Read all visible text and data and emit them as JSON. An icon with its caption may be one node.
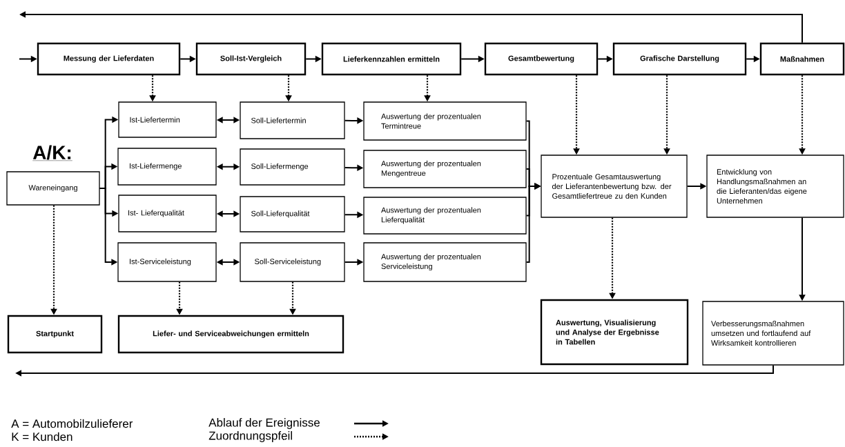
{
  "diagram": {
    "nodes": [
      {
        "text": [
          "Messung der Lieferdaten"
        ]
      },
      {
        "text": [
          "Soll-Ist-Vergleich"
        ]
      },
      {
        "text": [
          "Lieferkennzahlen ermitteln"
        ]
      },
      {
        "text": [
          "Gesamtbewertung"
        ]
      },
      {
        "text": [
          "Grafische Darstellung"
        ]
      },
      {
        "text": [
          "Maßnahmen"
        ]
      },
      {
        "text": [
          "Ist-Liefertermin"
        ]
      },
      {
        "text": [
          "Soll-Liefertermin"
        ]
      },
      {
        "text": [
          "Auswertung der prozentualen Termintreue"
        ]
      },
      {
        "text": [
          "Ist-Liefermenge"
        ]
      },
      {
        "text": [
          "Soll-Liefermenge"
        ]
      },
      {
        "text": [
          "Auswertung der prozentualen Mengentreue"
        ]
      },
      {
        "text": [
          "Wareneingang"
        ]
      },
      {
        "text": [
          "Ist- Lieferqualität"
        ]
      },
      {
        "text": [
          "Soll-Lieferqualität"
        ]
      },
      {
        "text": [
          "Auswertung der prozentualen Lieferqualität"
        ]
      },
      {
        "text": [
          "Prozentuale Gesamtauswertung der Lieferantenbewertung bzw. der Gesamtliefertreue zu den Kunden"
        ]
      },
      {
        "text": [
          "Entwicklung von Handlungsmaßnahmen an die Lieferanten/das eigene Unternehmen"
        ]
      },
      {
        "text": [
          "Ist-Serviceleistung"
        ]
      },
      {
        "text": [
          "Soll-Serviceleistung"
        ]
      },
      {
        "text": [
          "Auswertung der prozentualen Serviceleistung"
        ]
      },
      {
        "text": [
          "Startpunkt"
        ]
      },
      {
        "text": [
          "Liefer- und Serviceabweichungen ermitteln"
        ]
      },
      {
        "text": [
          "Auswertung, Visualisierung und Analyse der Ergebnisse in Tabellen"
        ]
      },
      {
        "text": [
          "Verbesserungsmaßnahmen umsetzen und fortlaufend auf Wirksamkeit kontrollieren"
        ]
      }
    ],
    "edges": [
      {
        "from": null,
        "to": 0,
        "arrow": "to"
      },
      {
        "from": 0,
        "to": 1,
        "arrow": "to"
      },
      {
        "from": 1,
        "to": 2,
        "arrow": "to"
      },
      {
        "from": 2,
        "to": 3,
        "arrow": "to"
      },
      {
        "from": 3,
        "to": 4,
        "arrow": "to"
      },
      {
        "from": 4,
        "to": 5,
        "arrow": "to"
      },
      {
        "from": 5,
        "to": null,
        "arrow": "to"
      },
      {
        "from": 0,
        "to": 6,
        "arrow": "to",
        "style": "dashed"
      },
      {
        "from": 1,
        "to": 7,
        "arrow": "to",
        "style": "dashed"
      },
      {
        "from": 2,
        "to": 8,
        "arrow": "to",
        "style": "dashed"
      },
      {
        "from": 3,
        "to": 16,
        "arrow": "to",
        "style": "dashed"
      },
      {
        "from": 4,
        "to": 16,
        "arrow": "to",
        "style": "dashed"
      },
      {
        "from": 5,
        "to": 17,
        "arrow": "to",
        "style": "dashed"
      },
      {
        "from": 12,
        "to": 6,
        "arrow": "to"
      },
      {
        "from": 12,
        "to": 9,
        "arrow": "to"
      },
      {
        "from": 12,
        "to": 13,
        "arrow": "to"
      },
      {
        "from": 12,
        "to": 18,
        "arrow": "to"
      },
      {
        "from": 6,
        "to": 7,
        "arrow": "both"
      },
      {
        "from": 9,
        "to": 10,
        "arrow": "both"
      },
      {
        "from": 13,
        "to": 14,
        "arrow": "both"
      },
      {
        "from": 18,
        "to": 19,
        "arrow": "both"
      },
      {
        "from": 7,
        "to": 8,
        "arrow": "to"
      },
      {
        "from": 10,
        "to": 11,
        "arrow": "to"
      },
      {
        "from": 14,
        "to": 15,
        "arrow": "to"
      },
      {
        "from": 19,
        "to": 20,
        "arrow": "to"
      },
      {
        "from": 8,
        "to": 16,
        "arrow": "to"
      },
      {
        "from": 11,
        "to": 16,
        "arrow": "to"
      },
      {
        "from": 15,
        "to": 16,
        "arrow": "to"
      },
      {
        "from": 20,
        "to": 16,
        "arrow": "to"
      },
      {
        "from": 16,
        "to": 17,
        "arrow": "to"
      },
      {
        "from": 16,
        "to": 23,
        "arrow": "to",
        "style": "dashed"
      },
      {
        "from": 17,
        "to": 24,
        "arrow": "to"
      },
      {
        "from": 12,
        "to": 21,
        "arrow": "to",
        "style": "dashed"
      },
      {
        "from": 18,
        "to": 22,
        "arrow": "to",
        "style": "dashed"
      },
      {
        "from": 19,
        "to": 22,
        "arrow": "to",
        "style": "dashed"
      },
      {
        "from": 24,
        "to": null,
        "arrow": "to"
      }
    ],
    "labels": [
      "A/K:",
      "A = Automobilzulieferer",
      "K = Kunden"
    ],
    "legend": [
      {
        "text": "Ablauf der Ereignisse"
      },
      {
        "text": "Zuordnungspfeil"
      }
    ]
  }
}
